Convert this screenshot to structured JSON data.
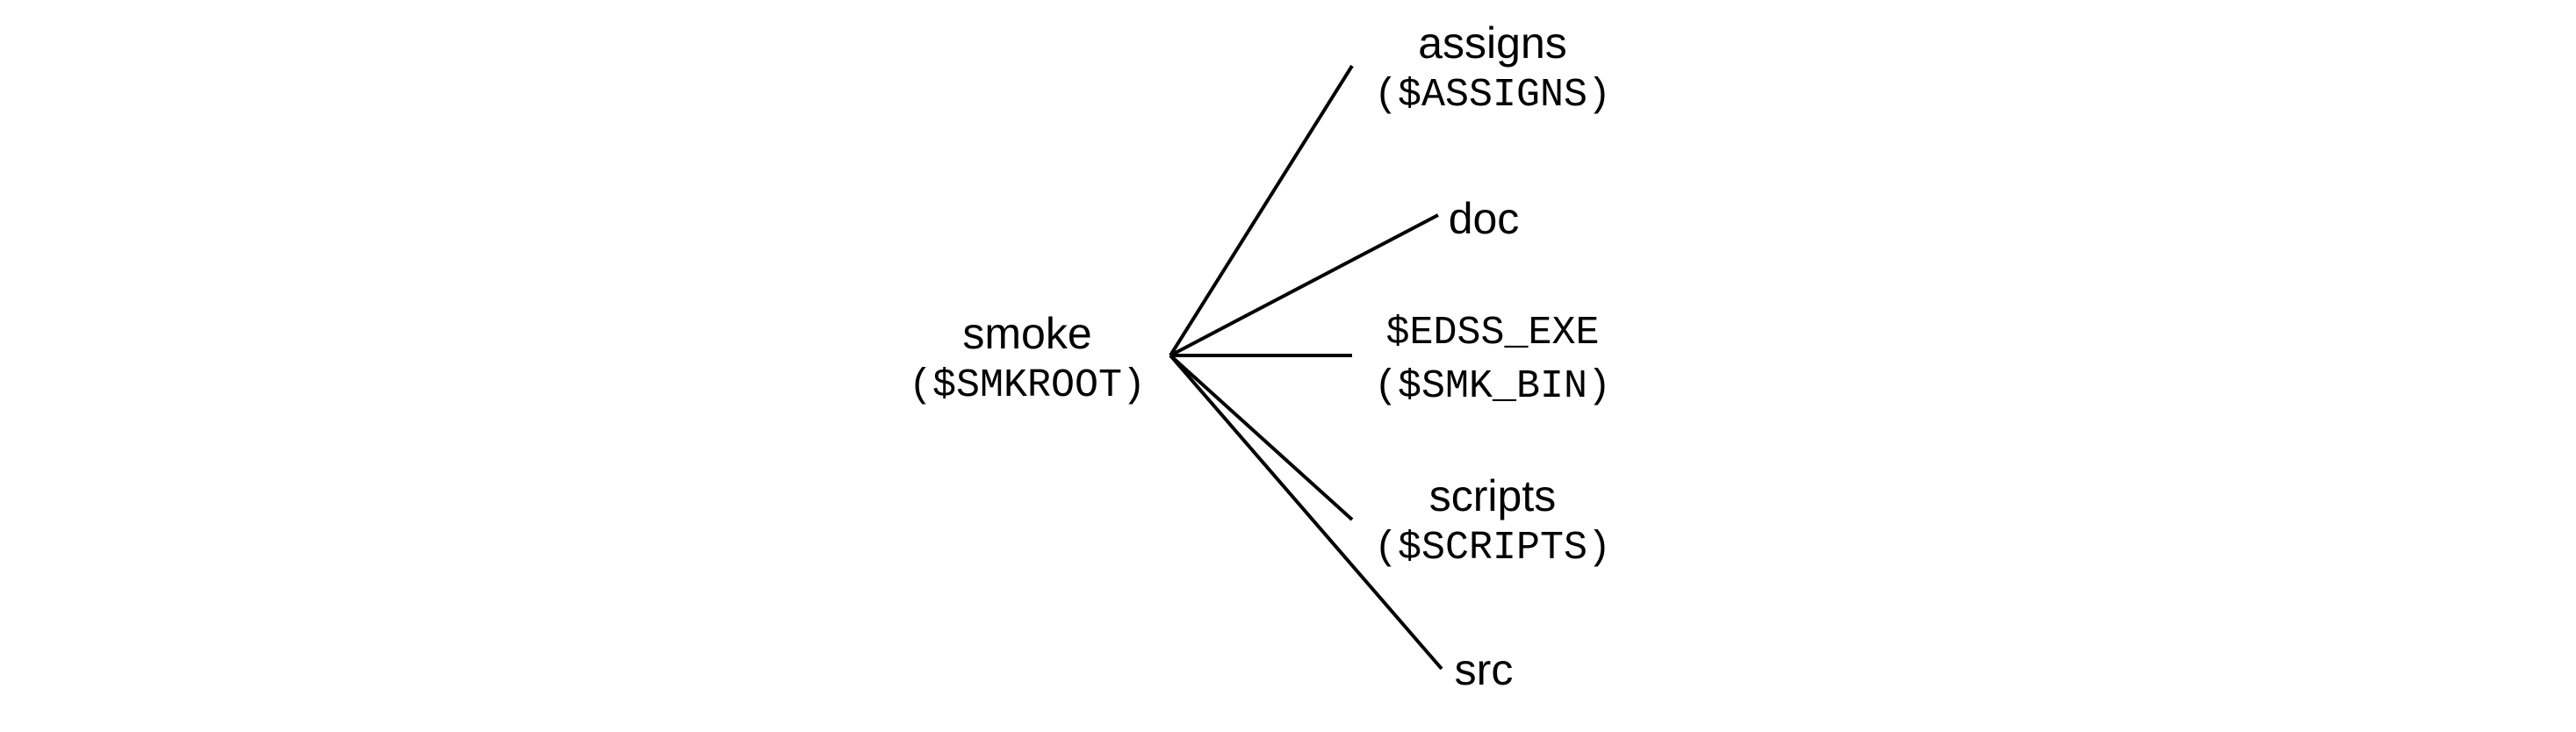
{
  "tree": {
    "root": {
      "name": "smoke",
      "variable": "($SMKROOT)"
    },
    "children": [
      {
        "id": "assigns",
        "name": "assigns",
        "variable": "($ASSIGNS)"
      },
      {
        "id": "doc",
        "name": "doc"
      },
      {
        "id": "exe",
        "variable_primary": "$EDSS_EXE",
        "variable": "($SMK_BIN)"
      },
      {
        "id": "scripts",
        "name": "scripts",
        "variable": "($SCRIPTS)"
      },
      {
        "id": "src",
        "name": "src"
      }
    ]
  },
  "colors": {
    "line": "#000000",
    "text": "#000000",
    "background": "#ffffff"
  }
}
